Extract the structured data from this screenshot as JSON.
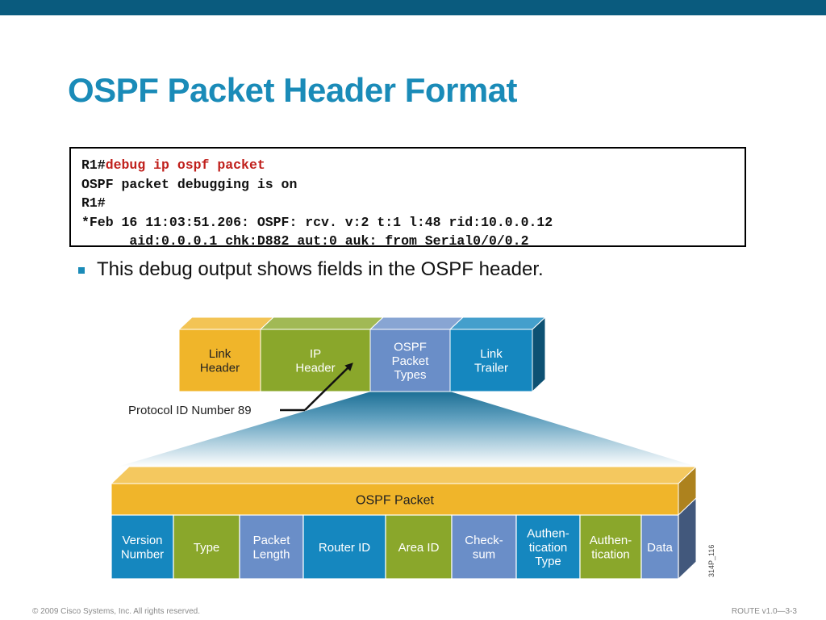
{
  "slide": {
    "title": "OSPF Packet Header Format",
    "bullet": "This debug output shows fields in the OSPF header."
  },
  "code": {
    "line1_prompt": "R1#",
    "line1_command": "debug ip ospf packet",
    "line2": "OSPF packet debugging is on",
    "line3": "R1#",
    "line4": "*Feb 16 11:03:51.206: OSPF: rcv. v:2 t:1 l:48 rid:10.0.0.12",
    "line5": "      aid:0.0.0.1 chk:D882 aut:0 auk: from Serial0/0/0.2"
  },
  "frame": {
    "segments": [
      {
        "lines": [
          "Link",
          "Header"
        ],
        "color": "#f0b52a",
        "text_color": "#222222"
      },
      {
        "lines": [
          "IP",
          "Header"
        ],
        "color": "#8aa72b",
        "text_color": "#ffffff"
      },
      {
        "lines": [
          "OSPF",
          "Packet",
          "Types"
        ],
        "color": "#6a8ec8",
        "text_color": "#ffffff"
      },
      {
        "lines": [
          "Link",
          "Trailer"
        ],
        "color": "#1587bf",
        "text_color": "#ffffff"
      }
    ],
    "annotation": "Protocol ID Number 89"
  },
  "ospf_packet": {
    "label": "OSPF Packet",
    "color": "#f0b52a",
    "fields": [
      {
        "lines": [
          "Version",
          "Number"
        ],
        "color": "#1587bf"
      },
      {
        "lines": [
          "Type"
        ],
        "color": "#8aa72b"
      },
      {
        "lines": [
          "Packet",
          "Length"
        ],
        "color": "#6a8ec8"
      },
      {
        "lines": [
          "Router ID"
        ],
        "color": "#1587bf"
      },
      {
        "lines": [
          "Area ID"
        ],
        "color": "#8aa72b"
      },
      {
        "lines": [
          "Check-",
          "sum"
        ],
        "color": "#6a8ec8"
      },
      {
        "lines": [
          "Authen-",
          "tication",
          "Type"
        ],
        "color": "#1587bf"
      },
      {
        "lines": [
          "Authen-",
          "tication"
        ],
        "color": "#8aa72b"
      },
      {
        "lines": [
          "Data"
        ],
        "color": "#6a8ec8"
      }
    ]
  },
  "figure_id": "314P_116",
  "footer": {
    "copyright": "© 2009 Cisco Systems, Inc. All rights reserved.",
    "course": "ROUTE v1.0—3-3"
  }
}
